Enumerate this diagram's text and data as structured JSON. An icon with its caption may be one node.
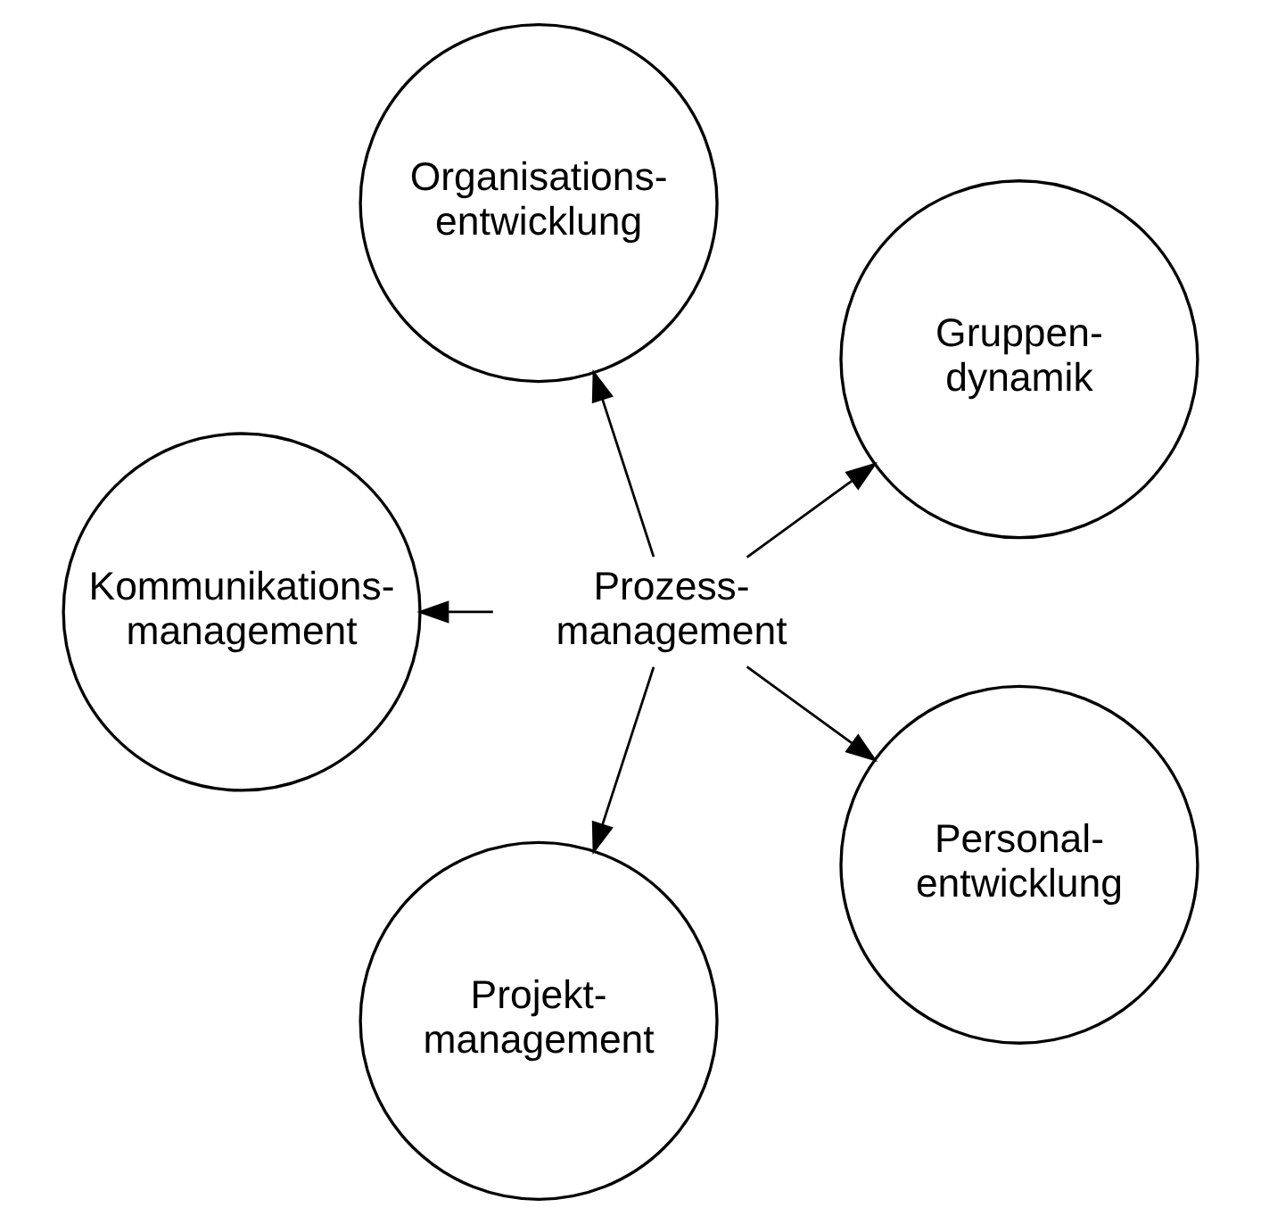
{
  "diagram": {
    "nodes": [
      {
        "text": [
          "Gruppen- dynamik"
        ]
      },
      {
        "text": [
          "Organisations- entwicklung"
        ]
      },
      {
        "text": [
          "Kommunikations- management"
        ]
      },
      {
        "text": [
          "Prozess- management"
        ]
      },
      {
        "text": [
          "Projekt- management"
        ]
      },
      {
        "text": [
          "Personal- entwicklung"
        ]
      }
    ],
    "edges": [
      {
        "from": 3,
        "to": 0,
        "arrow": "to"
      },
      {
        "from": 3,
        "to": 1,
        "arrow": "to"
      },
      {
        "from": 3,
        "to": 4,
        "arrow": "to"
      },
      {
        "from": 3,
        "to": 5,
        "arrow": "to"
      },
      {
        "from": 3,
        "to": 2,
        "arrow": "to"
      }
    ]
  }
}
